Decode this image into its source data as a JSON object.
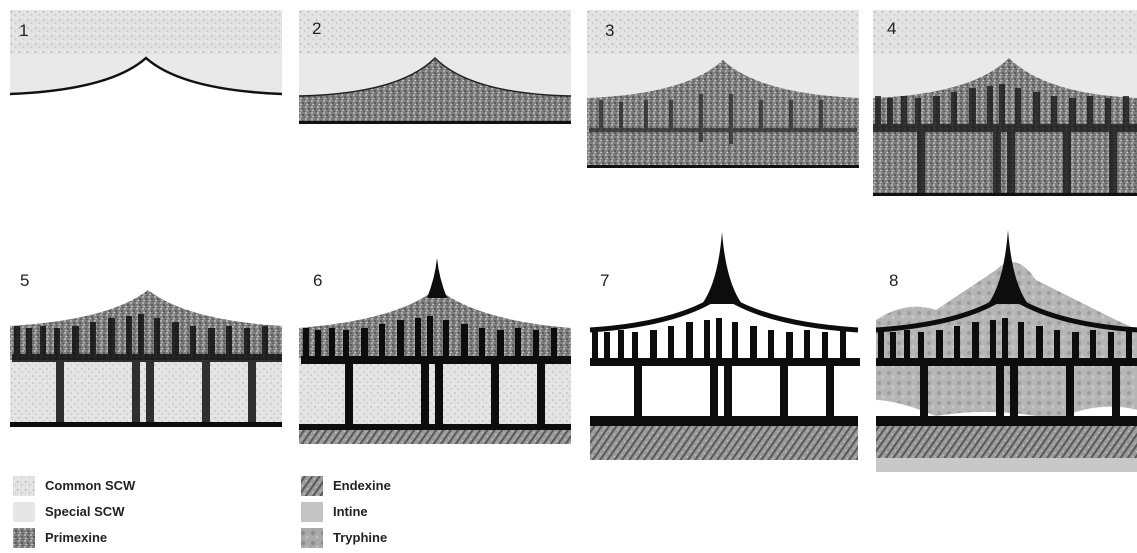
{
  "stages": [
    {
      "number": "1"
    },
    {
      "number": "2"
    },
    {
      "number": "3"
    },
    {
      "number": "4"
    },
    {
      "number": "5"
    },
    {
      "number": "6"
    },
    {
      "number": "7"
    },
    {
      "number": "8"
    }
  ],
  "legend": [
    {
      "label": "Common SCW",
      "swatch": "common-scw",
      "color": "#d8d8d8"
    },
    {
      "label": "Special SCW",
      "swatch": "special-scw",
      "color": "#e6e6e6"
    },
    {
      "label": "Primexine",
      "swatch": "primexine",
      "color": "#8a8a8a"
    },
    {
      "label": "Endexine",
      "swatch": "endexine",
      "color": "#7a7a7a"
    },
    {
      "label": "Intine",
      "swatch": "intine",
      "color": "#c4c4c4"
    },
    {
      "label": "Tryphine",
      "swatch": "tryphine",
      "color": "#9a9a9a"
    }
  ]
}
